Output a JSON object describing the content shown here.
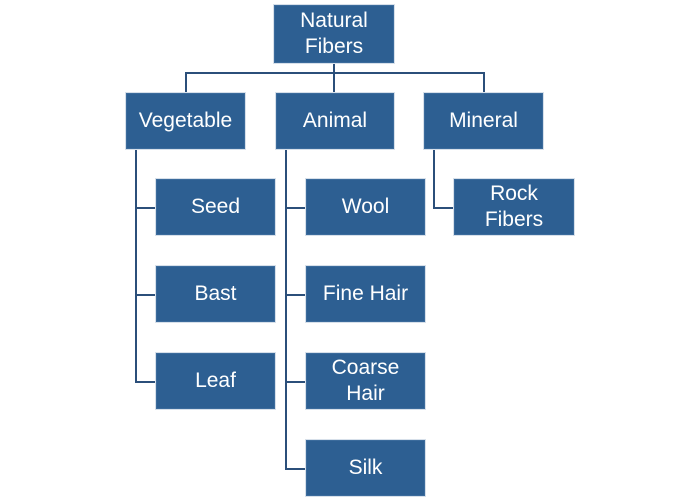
{
  "root": {
    "label": "Natural\nFibers"
  },
  "categories": [
    {
      "label": "Vegetable",
      "children": [
        "Seed",
        "Bast",
        "Leaf"
      ]
    },
    {
      "label": "Animal",
      "children": [
        "Wool",
        "Fine Hair",
        "Coarse\nHair",
        "Silk"
      ]
    },
    {
      "label": "Mineral",
      "children": [
        "Rock Fibers"
      ]
    }
  ],
  "colors": {
    "node_fill": "#2d5f92",
    "node_border": "#d7e0ea",
    "connector": "#2b4f7a",
    "text": "#ffffff"
  }
}
